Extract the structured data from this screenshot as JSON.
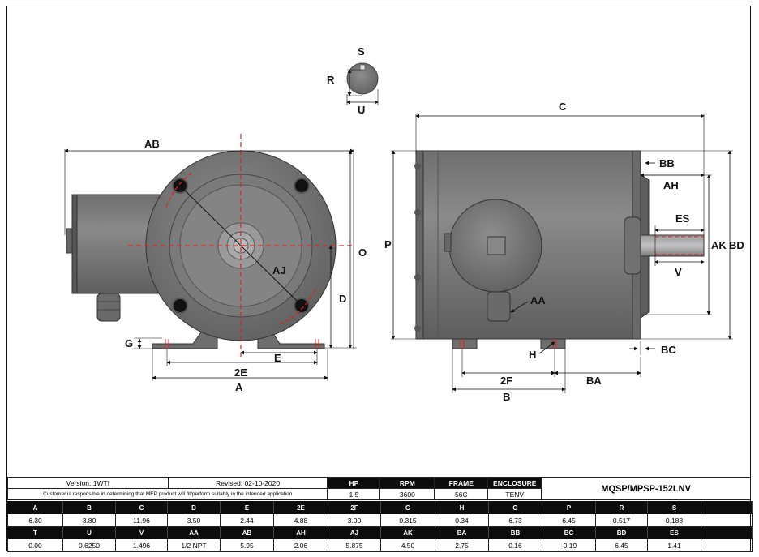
{
  "labels": {
    "S": "S",
    "R": "R",
    "U": "U",
    "AB": "AB",
    "AJ": "AJ",
    "O": "O",
    "D": "D",
    "G": "G",
    "E": "E",
    "2E": "2E",
    "A": "A",
    "C": "C",
    "BB": "BB",
    "AH": "AH",
    "ES": "ES",
    "AK": "AK",
    "BD": "BD",
    "V": "V",
    "P": "P",
    "AA": "AA",
    "H": "H",
    "BC": "BC",
    "2F": "2F",
    "BA": "BA",
    "B": "B"
  },
  "info": {
    "version": "Version: 1WTI",
    "revised": "Revised: 02-10-2020",
    "disclaimer": "Customer is responsible in determining that MEP product will fit/perform suitably in the intended application",
    "headers": [
      "HP",
      "RPM",
      "FRAME",
      "ENCLOSURE"
    ],
    "values": [
      "1.5",
      "3600",
      "56C",
      "TENV"
    ],
    "model": "MQSP/MPSP-152LNV"
  },
  "dimensions": {
    "row1_headers": [
      "A",
      "B",
      "C",
      "D",
      "E",
      "2E",
      "2F",
      "G",
      "H",
      "O",
      "P",
      "R",
      "S",
      ""
    ],
    "row1_values": [
      "6.30",
      "3.80",
      "11.96",
      "3.50",
      "2.44",
      "4.88",
      "3.00",
      "0.315",
      "0.34",
      "6.73",
      "6.45",
      "0.517",
      "0.188",
      ""
    ],
    "row2_headers": [
      "T",
      "U",
      "V",
      "AA",
      "AB",
      "AH",
      "AJ",
      "AK",
      "BA",
      "BB",
      "BC",
      "BD",
      "ES",
      ""
    ],
    "row2_values": [
      "0.00",
      "0.6250",
      "1.496",
      "1/2 NPT",
      "5.95",
      "2.06",
      "5.875",
      "4.50",
      "2.75",
      "0.16",
      "-0.19",
      "6.45",
      "1.41",
      ""
    ]
  }
}
